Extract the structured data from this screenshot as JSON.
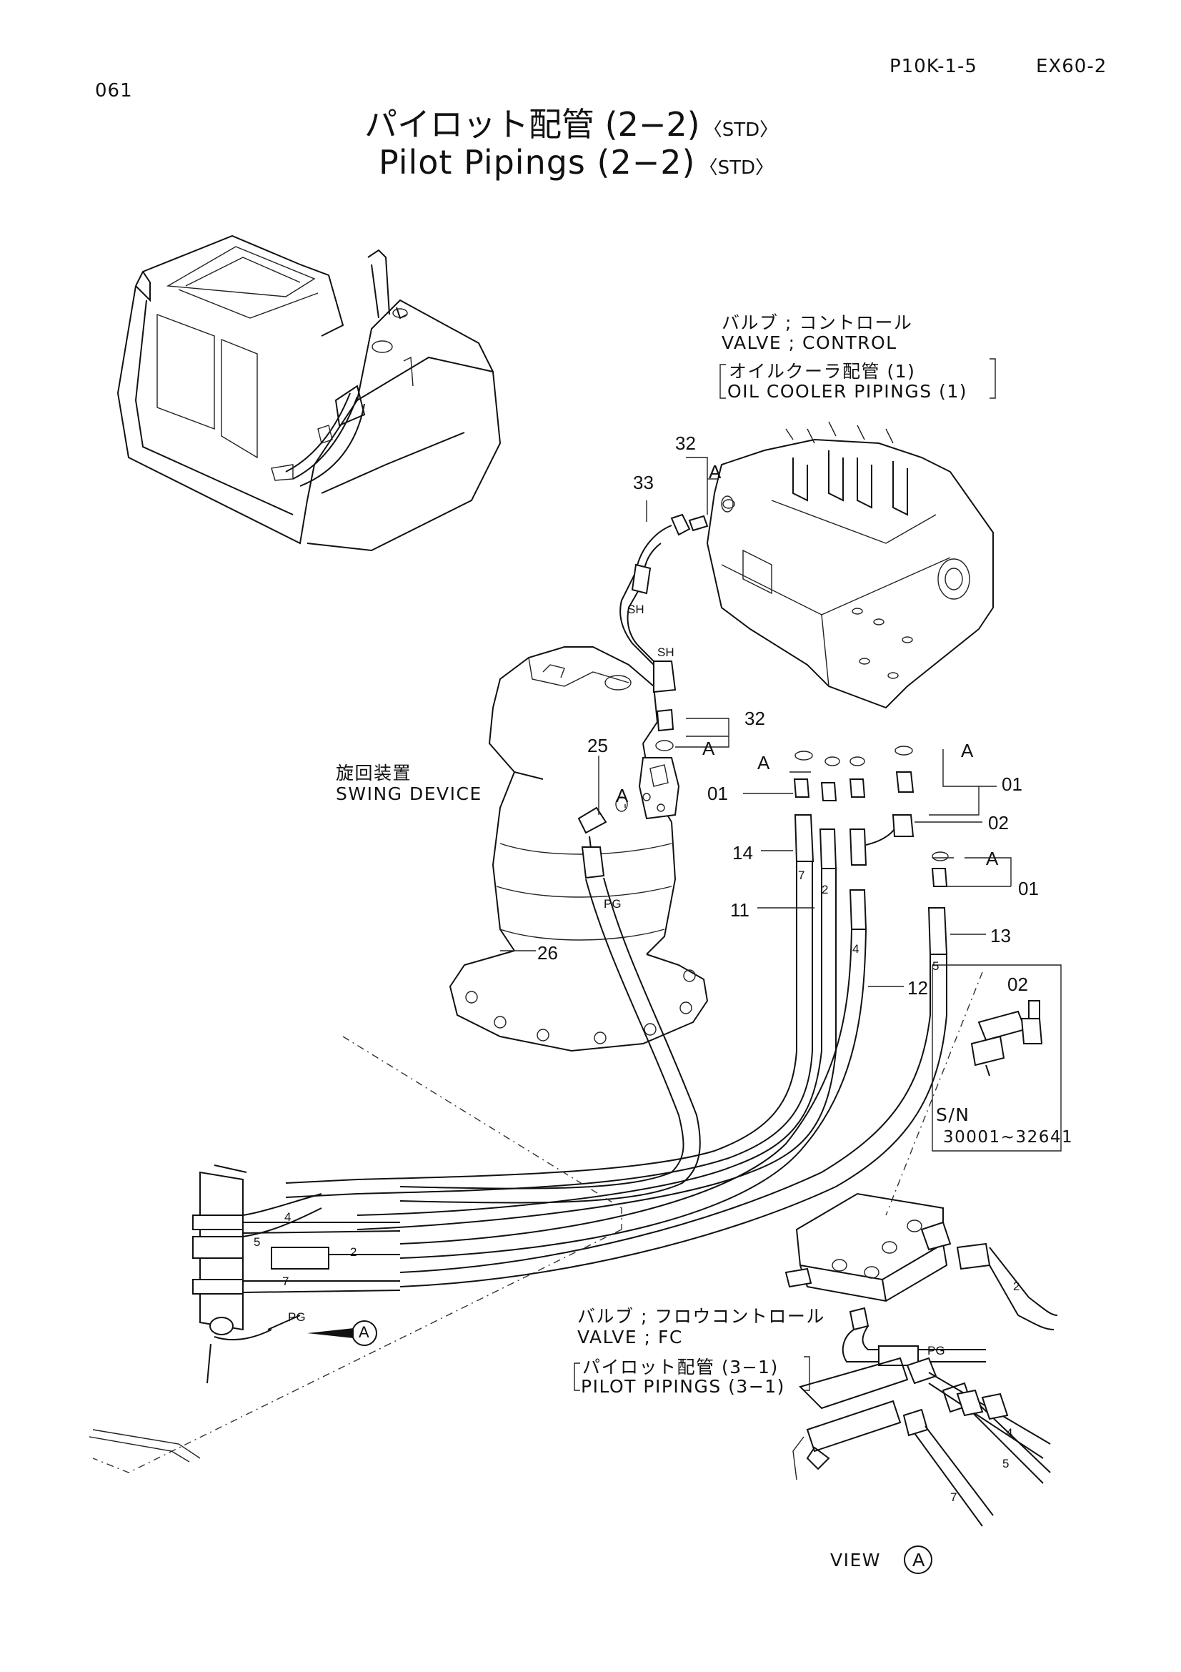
{
  "header": {
    "page_code": "061",
    "section_code": "P10K-1-5",
    "model": "EX60-2"
  },
  "title": {
    "jp": "パイロット配管 (2−2)",
    "jp_tag": "〈STD〉",
    "en": "Pilot Pipings (2−2)",
    "en_tag": "〈STD〉"
  },
  "labels": {
    "valve_control_jp": "バルブ ; コントロール",
    "valve_control_en": "VALVE ; CONTROL",
    "oil_cooler_jp": "オイルクーラ配管 (1)",
    "oil_cooler_en": "OIL  COOLER  PIPINGS (1)",
    "swing_jp": "旋回装置",
    "swing_en": "SWING  DEVICE",
    "valve_fc_jp": "バルブ ; フロウコントロール",
    "valve_fc_en": "VALVE ; FC",
    "pilot_jp": "パイロット配管 (3−1)",
    "pilot_en": "PILOT  PIPINGS (3−1)",
    "sn_label": "S/N",
    "sn_range": "30001~32641",
    "view_label": "VIEW",
    "view_letter": "A",
    "callout_a": "A"
  },
  "part_numbers": {
    "p32_top": "32",
    "p33": "33",
    "p32_mid": "32",
    "p25": "25",
    "p01_left": "01",
    "p01_right": "01",
    "p02": "02",
    "p01_low": "01",
    "p14": "14",
    "p11": "11",
    "p13": "13",
    "p12": "12",
    "p26": "26",
    "p02_inset": "02"
  },
  "hose_marks": {
    "sh1": "SH",
    "sh2": "SH",
    "pg1": "PG",
    "pg2": "PG",
    "pg3": "PG",
    "h7": "7",
    "h2": "2",
    "h4": "4",
    "h5": "5",
    "l4": "4",
    "l5": "5",
    "l2": "2",
    "l7": "7",
    "r2": "2",
    "r4": "4",
    "r5": "5",
    "r7": "7"
  }
}
